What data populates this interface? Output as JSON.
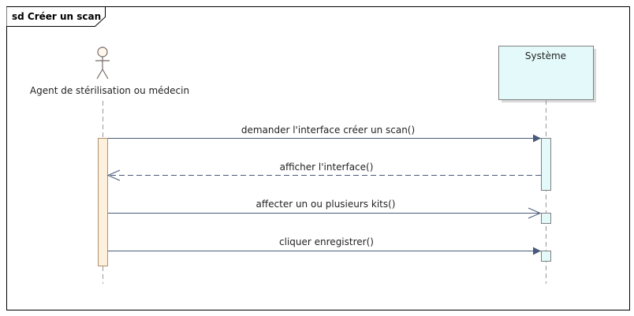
{
  "frame": {
    "title": "sd Créer un scan"
  },
  "participants": {
    "actor": {
      "name": "Agent de stérilisation ou médecin"
    },
    "system": {
      "name": "Système"
    }
  },
  "messages": [
    {
      "label": "demander l'interface créer un scan()",
      "from": "actor",
      "to": "system",
      "kind": "synchronous"
    },
    {
      "label": "afficher l'interface()",
      "from": "system",
      "to": "actor",
      "kind": "return"
    },
    {
      "label": "affecter un ou plusieurs kits()",
      "from": "actor",
      "to": "system",
      "kind": "asynchronous"
    },
    {
      "label": "cliquer enregistrer()",
      "from": "actor",
      "to": "system",
      "kind": "synchronous"
    }
  ],
  "colors": {
    "frame_border": "#000000",
    "message_line": "#4a5a7a",
    "actor_stroke": "#7a6a6a",
    "actor_head_fill": "#fff8ec",
    "actor_activation_fill": "#fdf0dc",
    "actor_activation_stroke": "#b09070",
    "system_fill": "#e4fafa",
    "system_stroke": "#7f7f7f",
    "lifeline": "#999999"
  }
}
